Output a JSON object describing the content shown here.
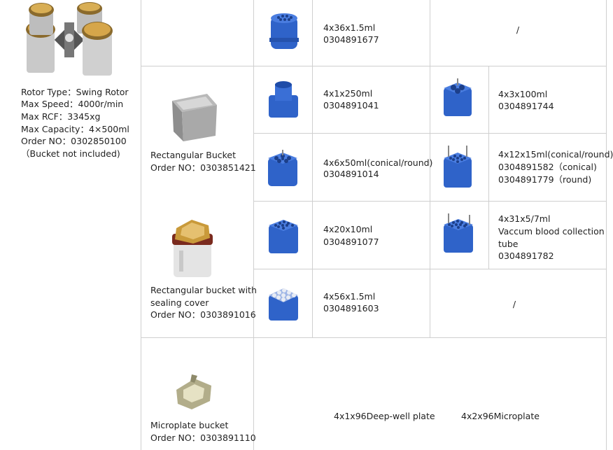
{
  "rotor": {
    "line1": "Rotor Type：Swing Rotor",
    "line2": "Max Speed：4000r/min",
    "line3": "Max RCF：3345xg",
    "line4": "Max Capacity：4×500ml",
    "line5": "Order NO：0302850100",
    "line6": "（Bucket not included)",
    "icon": "swing-rotor-image"
  },
  "buckets": {
    "rect": {
      "name": "Rectangular Bucket",
      "order": "Order NO：0303851421",
      "icon": "rectangular-bucket-image"
    },
    "sealed": {
      "line1": "Rectangular bucket with",
      "line2": "sealing cover",
      "order": "Order NO：0303891016",
      "icon": "sealed-bucket-image"
    },
    "microplate": {
      "name": "Microplate bucket",
      "order": "Order NO：0303891110",
      "icon": "microplate-bucket-image"
    }
  },
  "adapters": {
    "a1": {
      "spec": "4x36x1.5ml",
      "code": "0304891677"
    },
    "a2": {
      "spec": "4x1x250ml",
      "code": "0304891041"
    },
    "a3": {
      "spec": "4x3x100ml",
      "code": "0304891744"
    },
    "a4": {
      "spec": "4x6x50ml(conical/round)",
      "code": "0304891014"
    },
    "a5": {
      "spec": "4x12x15ml(conical/round)",
      "code1": "0304891582（conical)",
      "code2": "0304891779（round)"
    },
    "a6": {
      "spec": "4x20x10ml",
      "code": "0304891077"
    },
    "a7": {
      "spec": "4x31x5/7ml",
      "line2": "Vaccum blood collection",
      "line3": "tube",
      "code": "0304891782"
    },
    "a8": {
      "spec": "4x56x1.5ml",
      "code": "0304891603"
    }
  },
  "empty_marks": {
    "r1": "/",
    "r5": "/"
  },
  "plates": {
    "p1": "4x1x96Deep-well plate",
    "p2": "4x2x96Microplate"
  },
  "colors": {
    "adapter_blue": "#2f63c9",
    "grid": "#cfcfcf"
  }
}
